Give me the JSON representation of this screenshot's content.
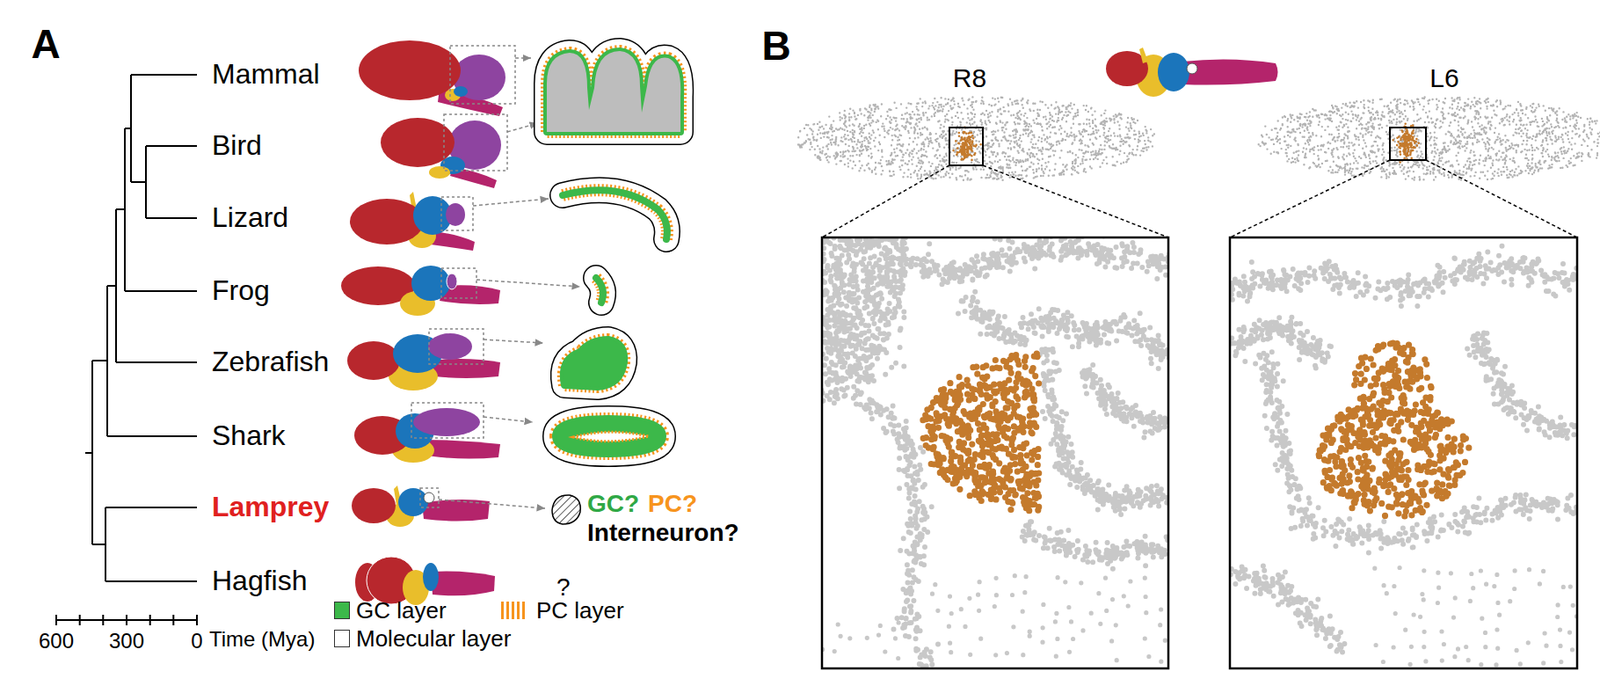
{
  "diagram": {
    "labels": [
      "A",
      "Mammal",
      "Bird",
      "Lizard",
      "Frog",
      "Zebrafish",
      "Shark",
      "Lamprey",
      "Hagfish",
      "GC?",
      "PC?",
      "Interneuron?",
      "?",
      "600",
      "300",
      "0",
      "Time (Mya)",
      "B",
      "R8",
      "L6"
    ],
    "legend": [
      {
        "text": "GC layer",
        "color": "#3cb84a"
      },
      {
        "text": "PC layer"
      },
      {
        "text": "Molecular layer",
        "color": "#ffffff"
      }
    ]
  }
}
